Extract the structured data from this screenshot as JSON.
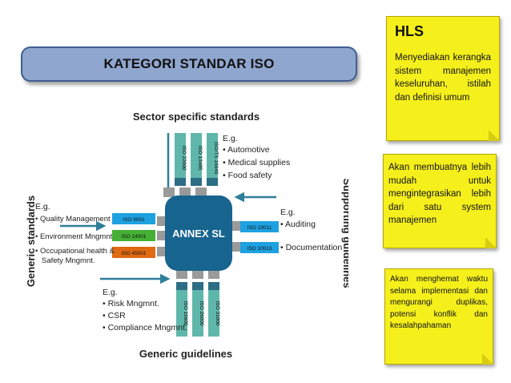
{
  "banner": {
    "title": "KATEGORI STANDAR ISO"
  },
  "notes": {
    "hls_heading": "HLS",
    "hls_text": "Menyediakan kerangka sistem manajemen keseluruhan, istilah dan definisi umum",
    "integrate_text": "Akan membuatnya lebih mudah untuk mengintegrasikan lebih dari satu system manajemen",
    "save_text": "Akan menghemat waktu selama implementasi dan mengurangi duplikas, potensi konflik dan kesalahpahaman"
  },
  "diagram": {
    "center_label": "ANNEX SL",
    "top_heading": "Sector specific standards",
    "bottom_heading": "Generic guidelines",
    "left_heading": "Generic standards",
    "right_heading": "Supporting guidelines",
    "eg": "E.g.",
    "top_items": [
      "Automotive",
      "Medical supplies",
      "Food safety"
    ],
    "top_chips": [
      "ISO 22000",
      "ISO 13485",
      "ISO/TS 16949"
    ],
    "left_items": [
      "Quality Management",
      "Environment Mngmnt",
      "Occupational health &",
      "Safety Mngmnt."
    ],
    "left_chips": [
      "ISO 9001",
      "ISO 14001",
      "ISO 45001"
    ],
    "right_items": [
      "Auditing",
      "Documentation"
    ],
    "right_chips": [
      "ISO 19011",
      "ISO 10013"
    ],
    "bottom_items": [
      "Risk Mngmnt.",
      "CSR",
      "Compliance Mngmnt."
    ],
    "bottom_chips": [
      "ISO 19600",
      "ISO 26000",
      "ISO 31000"
    ],
    "colors": {
      "center": "#17648f",
      "chip_blue": "#1ea1e0",
      "chip_green": "#45b035",
      "chip_orange": "#e06a12",
      "chip_teal": "#5fb7ab",
      "chip_bar": "#2d6d86",
      "arrow": "#2f7f99",
      "note": "#f5ef1c",
      "banner": "#8fa6cf"
    }
  }
}
